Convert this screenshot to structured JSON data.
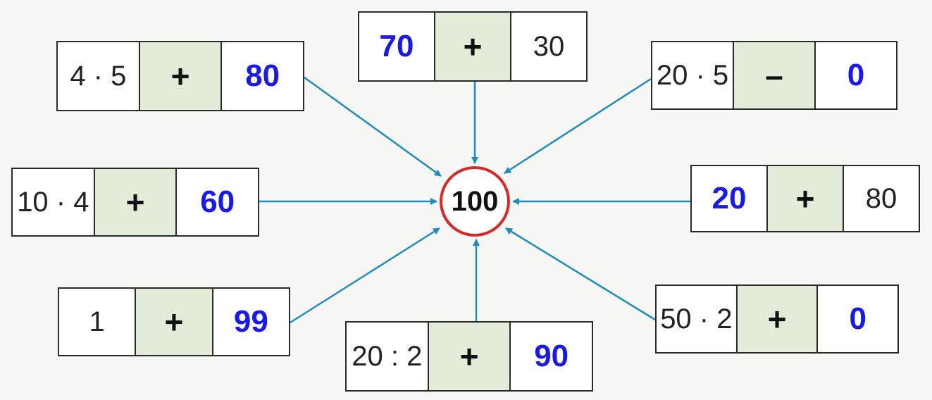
{
  "center": {
    "value": "100"
  },
  "colors": {
    "arrow": "#1f8bbf",
    "circle": "#d62a2a",
    "answer": "#1a1ae6",
    "operator_bg": "#e3ecd8"
  },
  "cards": [
    {
      "id": "top-left",
      "cells": [
        "4 · 5",
        "+",
        "80"
      ],
      "answer_index": 2
    },
    {
      "id": "top",
      "cells": [
        "70",
        "+",
        "30"
      ],
      "answer_index": 0
    },
    {
      "id": "top-right",
      "cells": [
        "20 · 5",
        "–",
        "0"
      ],
      "answer_index": 2
    },
    {
      "id": "left",
      "cells": [
        "10 · 4",
        "+",
        "60"
      ],
      "answer_index": 2
    },
    {
      "id": "right",
      "cells": [
        "20",
        "+",
        "80"
      ],
      "answer_index": 0
    },
    {
      "id": "bottom-left",
      "cells": [
        "1",
        "+",
        "99"
      ],
      "answer_index": 2
    },
    {
      "id": "bottom",
      "cells": [
        "20 : 2",
        "+",
        "90"
      ],
      "answer_index": 2
    },
    {
      "id": "bottom-right",
      "cells": [
        "50 · 2",
        "+",
        "0"
      ],
      "answer_index": 2
    }
  ]
}
